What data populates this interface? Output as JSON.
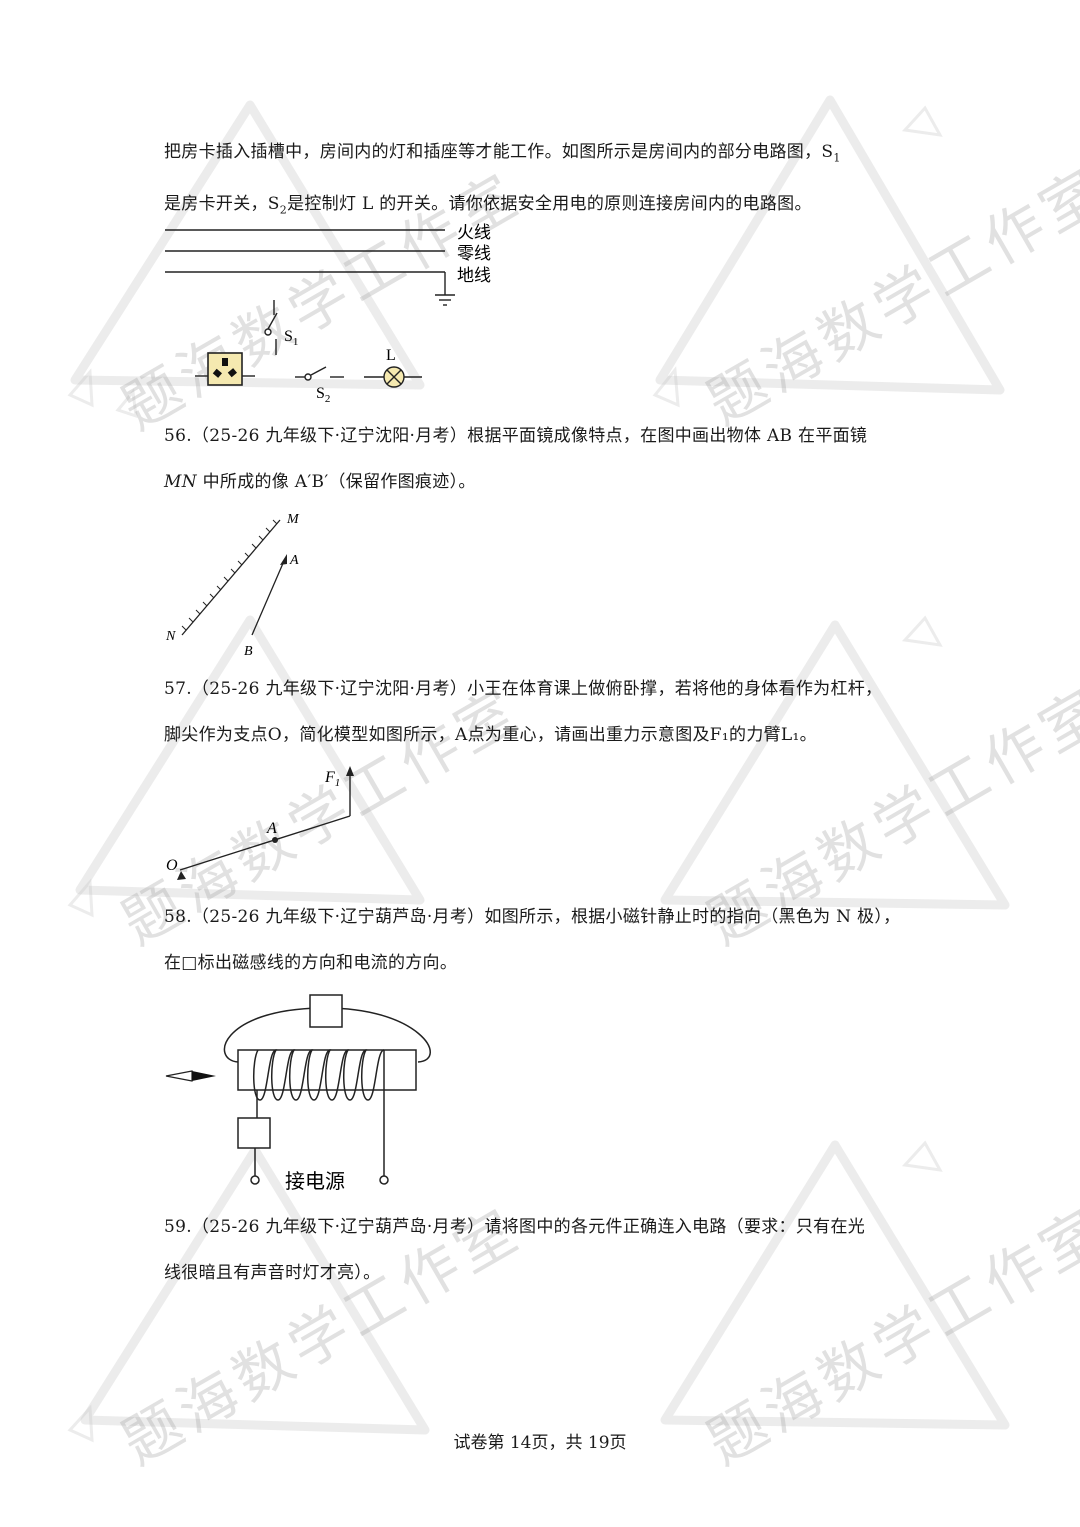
{
  "watermark": "题海数学工作室",
  "q55": {
    "line1": "把房卡插入插槽中，房间内的灯和插座等才能工作。如图所示是房间内的部分电路图，S",
    "line1_sub": "1",
    "line2_a": "是房卡开关，S",
    "line2_sub": "2",
    "line2_b": "是控制灯 L 的开关。请你依据安全用电的原则连接房间内的电路图。",
    "fig": {
      "live": "火线",
      "neutral": "零线",
      "earth": "地线",
      "s1": "S",
      "s1_sub": "1",
      "s2": "S",
      "s2_sub": "2",
      "lamp": "L"
    }
  },
  "q56": {
    "line1": "56.（25-26 九年级下·辽宁沈阳·月考）根据平面镜成像特点，在图中画出物体 AB 在平面镜",
    "line2_italic": "MN",
    "line2": " 中所成的像 A′B′（保留作图痕迹）。",
    "fig": {
      "m": "M",
      "n": "N",
      "a": "A",
      "b": "B"
    }
  },
  "q57": {
    "line1": "57.（25-26 九年级下·辽宁沈阳·月考）小王在体育课上做俯卧撑，若将他的身体看作为杠杆，",
    "line2": "脚尖作为支点O，简化模型如图所示，A点为重心，请画出重力示意图及F₁的力臂L₁。",
    "fig": {
      "o": "O",
      "a": "A",
      "f": "F",
      "f_sub": "1"
    }
  },
  "q58": {
    "line1": "58.（25-26 九年级下·辽宁葫芦岛·月考）如图所示，根据小磁针静止时的指向（黑色为 N 极），",
    "line2": "在□标出磁感线的方向和电流的方向。",
    "fig": {
      "power": "接电源"
    }
  },
  "q59": {
    "line1": "59.（25-26 九年级下·辽宁葫芦岛·月考）请将图中的各元件正确连入电路（要求：只有在光",
    "line2": "线很暗且有声音时灯才亮）。"
  },
  "footer": "试卷第 14页，共 19页"
}
